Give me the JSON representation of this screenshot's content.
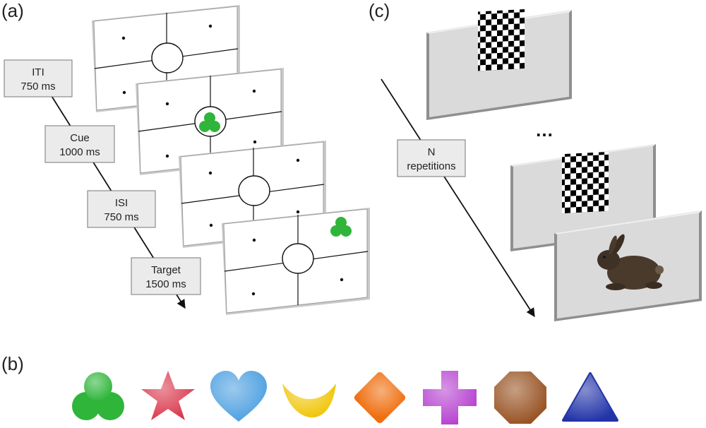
{
  "panels": {
    "a": "(a)",
    "b": "(b)",
    "c": "(c)"
  },
  "phases": [
    {
      "name": "ITI",
      "duration": "750 ms"
    },
    {
      "name": "Cue",
      "duration": "1000 ms"
    },
    {
      "name": "ISI",
      "duration": "750 ms"
    },
    {
      "name": "Target",
      "duration": "1500 ms"
    }
  ],
  "repetition": {
    "line1": "N",
    "line2": "repetitions"
  },
  "ellipsis": "…",
  "colors": {
    "screen_face": "#ffffff",
    "screen_edge": "#b8b8b8",
    "grey_screen": "#d9d9d9",
    "label_box": "#ebebeb",
    "cue_green": "#2fb53a"
  },
  "shapes": [
    {
      "icon": "clover-icon",
      "color": "#2fb53a"
    },
    {
      "icon": "star-icon",
      "color": "#d9364a"
    },
    {
      "icon": "heart-icon",
      "color": "#4a9ee0"
    },
    {
      "icon": "crescent-icon",
      "color": "#f0c400"
    },
    {
      "icon": "diamond-icon",
      "color": "#ef6f10"
    },
    {
      "icon": "cross-icon",
      "color": "#b53fcf"
    },
    {
      "icon": "octagon-icon",
      "color": "#96501f"
    },
    {
      "icon": "triangle-icon",
      "color": "#2234a8"
    }
  ]
}
